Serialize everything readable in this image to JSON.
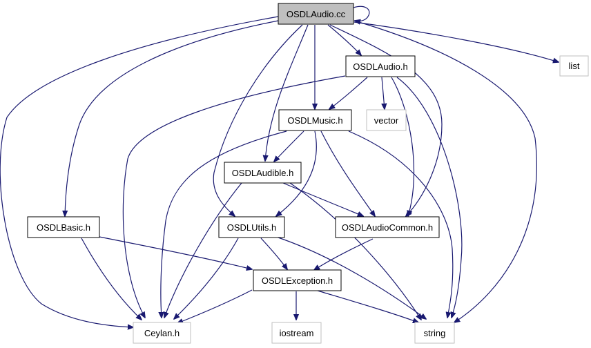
{
  "graph": {
    "nodes": [
      {
        "id": "osdlaudio_cc",
        "label": "OSDLAudio.cc",
        "kind": "root"
      },
      {
        "id": "list",
        "label": "list",
        "kind": "external"
      },
      {
        "id": "osdlaudio_h",
        "label": "OSDLAudio.h",
        "kind": "header"
      },
      {
        "id": "osdlmusic_h",
        "label": "OSDLMusic.h",
        "kind": "header"
      },
      {
        "id": "vector",
        "label": "vector",
        "kind": "external"
      },
      {
        "id": "osdlaudible_h",
        "label": "OSDLAudible.h",
        "kind": "header"
      },
      {
        "id": "osdlbasic_h",
        "label": "OSDLBasic.h",
        "kind": "header"
      },
      {
        "id": "osdlutils_h",
        "label": "OSDLUtils.h",
        "kind": "header"
      },
      {
        "id": "osdlaudiocommon_h",
        "label": "OSDLAudioCommon.h",
        "kind": "header"
      },
      {
        "id": "osdlexception_h",
        "label": "OSDLException.h",
        "kind": "header"
      },
      {
        "id": "ceylan_h",
        "label": "Ceylan.h",
        "kind": "external"
      },
      {
        "id": "iostream",
        "label": "iostream",
        "kind": "external"
      },
      {
        "id": "string",
        "label": "string",
        "kind": "external"
      }
    ],
    "edges": [
      {
        "from": "osdlaudio_cc",
        "to": "osdlaudio_cc"
      },
      {
        "from": "osdlaudio_cc",
        "to": "list"
      },
      {
        "from": "osdlaudio_cc",
        "to": "osdlaudio_h"
      },
      {
        "from": "osdlaudio_cc",
        "to": "osdlmusic_h"
      },
      {
        "from": "osdlaudio_cc",
        "to": "osdlaudible_h"
      },
      {
        "from": "osdlaudio_cc",
        "to": "osdlbasic_h"
      },
      {
        "from": "osdlaudio_cc",
        "to": "osdlutils_h"
      },
      {
        "from": "osdlaudio_cc",
        "to": "osdlaudiocommon_h"
      },
      {
        "from": "osdlaudio_cc",
        "to": "ceylan_h"
      },
      {
        "from": "osdlaudio_cc",
        "to": "string"
      },
      {
        "from": "osdlaudio_h",
        "to": "osdlmusic_h"
      },
      {
        "from": "osdlaudio_h",
        "to": "vector"
      },
      {
        "from": "osdlaudio_h",
        "to": "osdlaudiocommon_h"
      },
      {
        "from": "osdlaudio_h",
        "to": "ceylan_h"
      },
      {
        "from": "osdlaudio_h",
        "to": "string"
      },
      {
        "from": "osdlmusic_h",
        "to": "osdlaudible_h"
      },
      {
        "from": "osdlmusic_h",
        "to": "osdlutils_h"
      },
      {
        "from": "osdlmusic_h",
        "to": "osdlaudiocommon_h"
      },
      {
        "from": "osdlmusic_h",
        "to": "ceylan_h"
      },
      {
        "from": "osdlmusic_h",
        "to": "string"
      },
      {
        "from": "osdlaudible_h",
        "to": "osdlaudiocommon_h"
      },
      {
        "from": "osdlaudible_h",
        "to": "ceylan_h"
      },
      {
        "from": "osdlaudible_h",
        "to": "string"
      },
      {
        "from": "osdlbasic_h",
        "to": "osdlexception_h"
      },
      {
        "from": "osdlbasic_h",
        "to": "ceylan_h"
      },
      {
        "from": "osdlutils_h",
        "to": "osdlexception_h"
      },
      {
        "from": "osdlutils_h",
        "to": "ceylan_h"
      },
      {
        "from": "osdlutils_h",
        "to": "string"
      },
      {
        "from": "osdlaudiocommon_h",
        "to": "osdlexception_h"
      },
      {
        "from": "osdlexception_h",
        "to": "ceylan_h"
      },
      {
        "from": "osdlexception_h",
        "to": "iostream"
      },
      {
        "from": "osdlexception_h",
        "to": "string"
      }
    ]
  },
  "colors": {
    "edge": "#191970",
    "root_fill": "#bfbfbf",
    "external_border": "#bfbfbf",
    "header_border": "#000000"
  }
}
